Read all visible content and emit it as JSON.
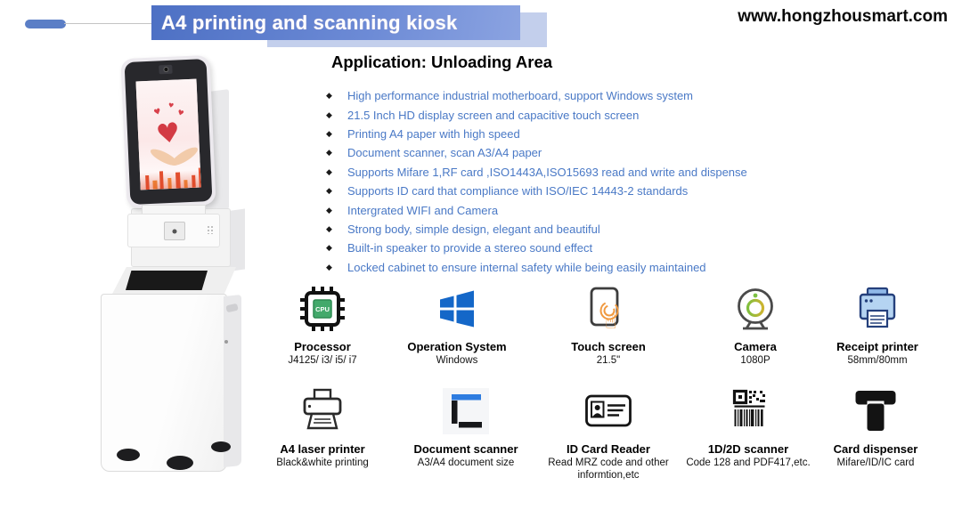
{
  "page": {
    "banner_title": "A4 printing and scanning kiosk",
    "website": "www.hongzhousmart.com"
  },
  "application": {
    "heading": "Application: Unloading Area",
    "bullet_char": "◆",
    "bullets": [
      "High performance industrial motherboard, support Windows system",
      "21.5 Inch HD display screen and capacitive touch screen",
      "Printing A4 paper with high speed",
      "Document scanner, scan A3/A4 paper",
      "Supports Mifare 1,RF card ,ISO1443A,ISO15693 read and write and dispense",
      "Supports ID card that compliance with ISO/IEC 14443-2 standards",
      "Intergrated WIFI and Camera",
      "Strong body, simple design, elegant and beautiful",
      "Built-in speaker to provide a stereo sound effect",
      "Locked cabinet to ensure internal safety while being easily maintained"
    ]
  },
  "features": [
    {
      "name": "Processor",
      "detail": "J4125/ i3/ i5/ i7",
      "icon": "cpu-chip-icon"
    },
    {
      "name": "Operation System",
      "detail": "Windows",
      "icon": "windows-logo-icon"
    },
    {
      "name": "Touch screen",
      "detail": "21.5\"",
      "icon": "touch-screen-icon"
    },
    {
      "name": "Camera",
      "detail": "1080P",
      "icon": "webcam-icon"
    },
    {
      "name": "Receipt printer",
      "detail": "58mm/80mm",
      "icon": "receipt-printer-icon"
    },
    {
      "name": "A4 laser printer",
      "detail": "Black&white printing",
      "icon": "laser-printer-icon"
    },
    {
      "name": "Document scanner",
      "detail": "A3/A4 document size",
      "icon": "document-scanner-icon"
    },
    {
      "name": "ID Card Reader",
      "detail": "Read MRZ code and other informtion,etc",
      "icon": "id-card-icon"
    },
    {
      "name": "1D/2D scanner",
      "detail": "Code 128 and PDF417,etc.",
      "icon": "barcode-scanner-icon"
    },
    {
      "name": "Card dispenser",
      "detail": "Mifare/ID/IC card",
      "icon": "card-dispenser-icon"
    }
  ],
  "icon_glyphs": {
    "cpu_label": "CPU",
    "touch_hand": "☝"
  },
  "colors": {
    "banner_blue": "#4d70c4",
    "banner_echo": "#c3cfec",
    "bullet_text_blue": "#4a79c6",
    "windows_blue": "#1467c8",
    "cpu_green": "#43a96b",
    "touch_orange": "#f0993f",
    "receipt_printer_blue": "#25407c",
    "heart_red": "#d33b44"
  }
}
